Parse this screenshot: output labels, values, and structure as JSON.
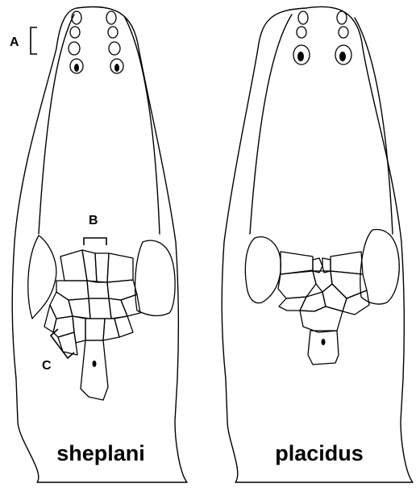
{
  "markers": {
    "a": "A",
    "b": "B",
    "c": "C"
  },
  "species": {
    "left": "sheplani",
    "right": "placidus"
  }
}
